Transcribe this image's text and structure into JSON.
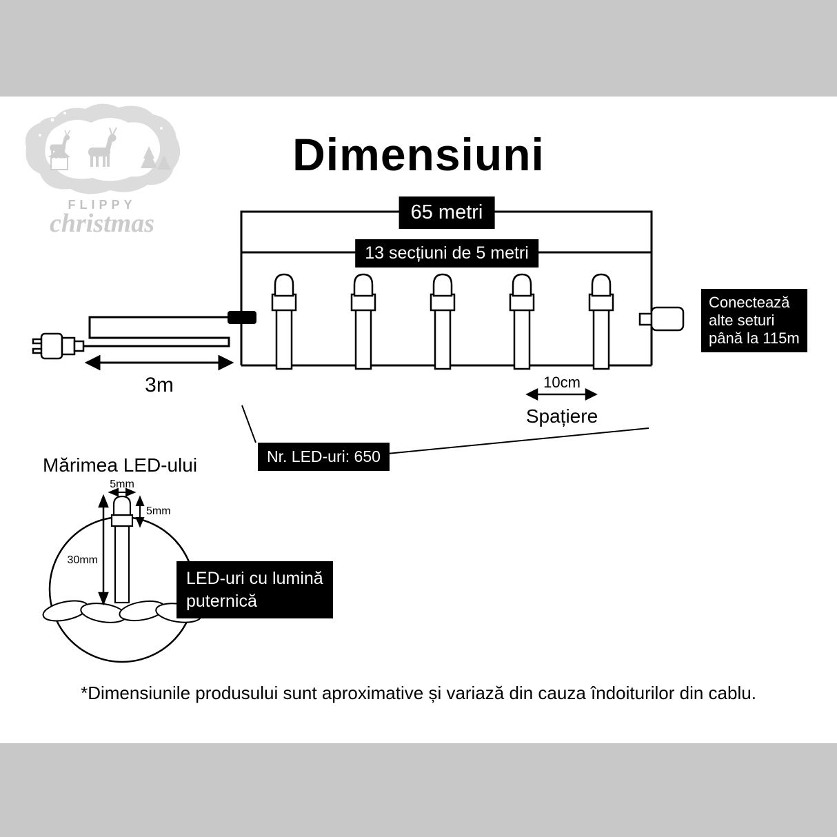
{
  "colors": {
    "band": "#c8c8c8",
    "label_bg": "#000000",
    "label_text": "#ffffff"
  },
  "header": {
    "title": "Dimensiuni"
  },
  "logo": {
    "brand_top": "FLIPPY",
    "brand_script": "christmas"
  },
  "string_diagram": {
    "total_length": "65 metri",
    "sections": "13 secțiuni de 5 metri",
    "lead_length": "3m",
    "spacing_value": "10cm",
    "spacing_caption": "Spațiere",
    "led_count": "Nr. LED-uri: 650",
    "connector_note": "Conectează\nalte seturi\npână la 115m"
  },
  "led_size_diagram": {
    "heading": "Mărimea LED-ului",
    "bulb_width": "5mm",
    "bulb_height": "5mm",
    "led_total_height": "30mm",
    "note": "LED-uri cu lumină\nputernică"
  },
  "footer": {
    "disclaimer": "*Dimensiunile produsului sunt aproximative și variază din cauza îndoiturilor din cablu."
  }
}
